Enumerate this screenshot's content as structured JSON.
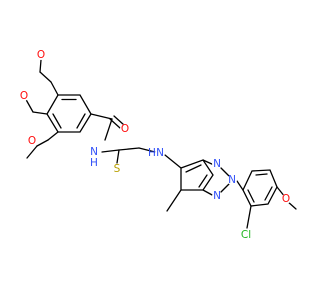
{
  "colors": {
    "bond": "#000000",
    "C": "#000000",
    "O": "#ff0d0d",
    "N": "#3050f8",
    "S": "#b8a000",
    "Cl": "#1fb51f",
    "background": "#ffffff"
  },
  "atom_labels": {
    "o_ome1": "O",
    "o_ome2": "O",
    "o_ome3": "O",
    "o_carbonyl": "O",
    "n_amide": "N",
    "h_amide": "H",
    "s_thione": "S",
    "n_thio": "N",
    "h_thio": "H",
    "n_tri_top": "N",
    "n_tri_mid": "N",
    "n_tri_bot": "N",
    "cl": "Cl",
    "o_ome4": "O"
  }
}
